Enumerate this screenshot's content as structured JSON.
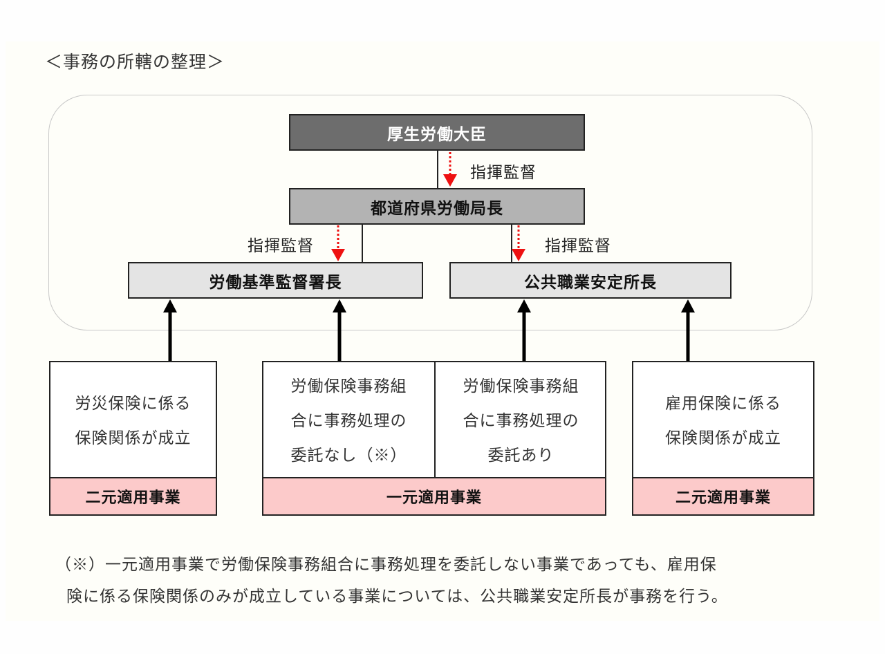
{
  "title": "＜事務の所轄の整理＞",
  "colors": {
    "minister_fill": "#6d6d6d",
    "bureau_fill": "#b3b3b3",
    "office_fill": "#e4e4e4",
    "category_fill": "#fccaca",
    "supervision_arrow": "#ee1111",
    "report_arrow": "#000000"
  },
  "nodes": {
    "minister": "厚生労働大臣",
    "bureau": "都道府県労働局長",
    "labor_standards": "労働基準監督署長",
    "public_employment": "公共職業安定所長"
  },
  "supervision_labels": {
    "minister_to_bureau": "指揮監督",
    "bureau_to_labor_standards": "指揮監督",
    "bureau_to_public_employment": "指揮監督"
  },
  "businesses": [
    {
      "lines": [
        "労災保険に係る",
        "保険関係が成立"
      ],
      "category": "二元適用事業"
    },
    {
      "lines": [
        "労働保険事務組",
        "合に事務処理の",
        "委託なし（※）"
      ],
      "category": "一元適用事業"
    },
    {
      "lines": [
        "労働保険事務組",
        "合に事務処理の",
        "委託あり"
      ],
      "category": "一元適用事業"
    },
    {
      "lines": [
        "雇用保険に係る",
        "保険関係が成立"
      ],
      "category": "二元適用事業"
    }
  ],
  "footnote": {
    "line1": "（※）一元適用事業で労働保険事務組合に事務処理を委託しない事業であっても、雇用保",
    "line2": "険に係る保険関係のみが成立している事業については、公共職業安定所長が事務を行う。"
  }
}
